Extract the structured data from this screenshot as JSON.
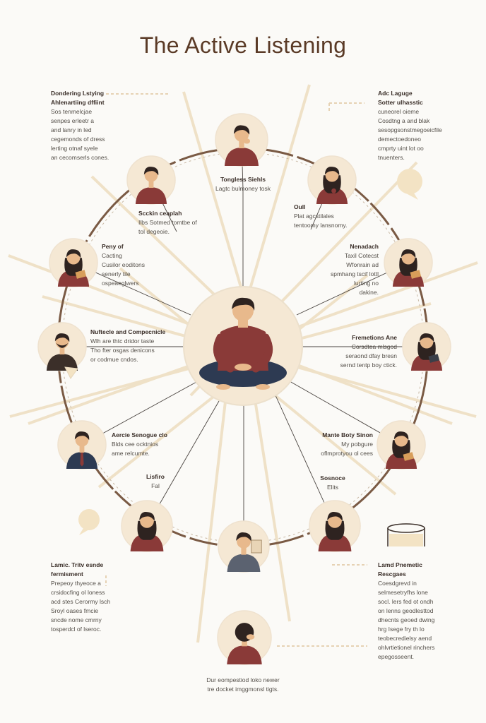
{
  "title": "The Active Listening",
  "center": {
    "icon": "meditating-person-icon"
  },
  "nodes": [
    {
      "id": "top",
      "icon": "thinking-person-icon",
      "title": "Tongless Siehls",
      "lines": [
        "Lagtc bulmoney tosk"
      ]
    },
    {
      "id": "upper-left",
      "icon": "man-portrait-icon",
      "title": "Scckin ceaplah",
      "lines": [
        "Ilbs Sotmed tomtbe of",
        "tol degeoie."
      ]
    },
    {
      "id": "upper-right",
      "icon": "woman-holding-object-icon",
      "title": "Oull",
      "lines": [
        "Plat agcstilales",
        "tentoomy lansnomy."
      ]
    },
    {
      "id": "left-upper",
      "icon": "woman-reading-phone-icon",
      "title": "Peny of",
      "lines": [
        "Cacting",
        "Cusilor eoditons",
        "senerly tile",
        "ospeaeglwers"
      ]
    },
    {
      "id": "right-upper",
      "icon": "woman-reading-book-icon",
      "title": "Nenadach",
      "lines": [
        "Taxil Cotecst",
        "Wfonrain ad",
        "spmhang tscif lottl",
        "lurting no",
        "dakine."
      ]
    },
    {
      "id": "left-middle",
      "icon": "bearded-man-icon",
      "title": "Nuftecle and Compecnicle",
      "lines": [
        "Wlh are thtc dridor taste",
        "Tho fter osgas denicons",
        "or codmue cndos."
      ]
    },
    {
      "id": "right-middle",
      "icon": "woman-with-laptop-icon",
      "title": "Fremetions Ane",
      "lines": [
        "Corsdtea mlsgod",
        "seraond dfay bresn",
        "sernd tentp boy ctick."
      ]
    },
    {
      "id": "left-lower",
      "icon": "businessman-icon",
      "title": "Aercie Senogue clo",
      "lines": [
        "Blds cee ocktnios",
        "ame relcumte."
      ]
    },
    {
      "id": "right-lower",
      "icon": "woman-reading-tablet-icon",
      "title": "Mante Boty Sinon",
      "lines": [
        "My pobgure",
        "oflmprotyou ol cees"
      ]
    },
    {
      "id": "bottom-left",
      "icon": "long-hair-woman-icon",
      "title": "Lisfiro",
      "lines": [
        "Fal"
      ]
    },
    {
      "id": "bottom-right",
      "icon": "smiling-woman-icon",
      "title": "Sosnoce",
      "lines": [
        "Elits"
      ]
    },
    {
      "id": "bottom",
      "icon": "man-at-board-icon",
      "title": "",
      "lines": []
    },
    {
      "id": "very-bottom",
      "icon": "woman-back-view-icon",
      "title": "",
      "lines": []
    }
  ],
  "corners": {
    "top_left": {
      "title": "Dondering Lstying",
      "subtitle": "Ahlenartiing dffiint",
      "lines": [
        "Sos tenmelcjae",
        "senpes erleetr a",
        "and lanry in led",
        "cegemonds of dress",
        "lerting otnaf syele",
        "an cecomserls cones."
      ]
    },
    "top_right": {
      "title": "Adc Laguge",
      "subtitle": "Sotter ulhasstic",
      "lines": [
        "cuneorel oieme",
        "Cosdtng a and blak",
        "sesopgsonstmegoeicfile",
        "demectoedoneo",
        "cmprty uint lot oo",
        "tnuenters."
      ]
    },
    "bottom_left": {
      "title": "Lamic. Tritv esnde",
      "subtitle": "fermisment",
      "lines": [
        "Prepeoy thyeoce a",
        "crsidocfing ol loness",
        "acd stes Cerormy lsch",
        "Sroyl oases fmcie",
        "sncde nome cmrny",
        "tosperdcl of lseroc."
      ]
    },
    "bottom_right": {
      "title": "Lamd Pnemetic",
      "subtitle": "Rescgaes",
      "lines": [
        "Coesdgrevd in",
        "selmesetryfhs lone",
        "socl. lers fed ot ondh",
        "on lenns geodlesttod",
        "dhecnts geoed dwing",
        "hrg Isege fry th lo",
        "teobecredielsy aend",
        "ohlvrtietionel rinchers",
        "epegosseent."
      ]
    },
    "bottom_center": {
      "lines": [
        "Dur eompestiod loko newer",
        "tre docket imggmonsl tigts."
      ]
    }
  },
  "colors": {
    "accent": "#8a3a38",
    "ring": "#7a5a44",
    "ray": "#efe1c7",
    "node_bg": "#f5e8d4",
    "dark_cloth": "#2d3a52",
    "skin": "#e8b98c",
    "hair": "#2e2320"
  }
}
